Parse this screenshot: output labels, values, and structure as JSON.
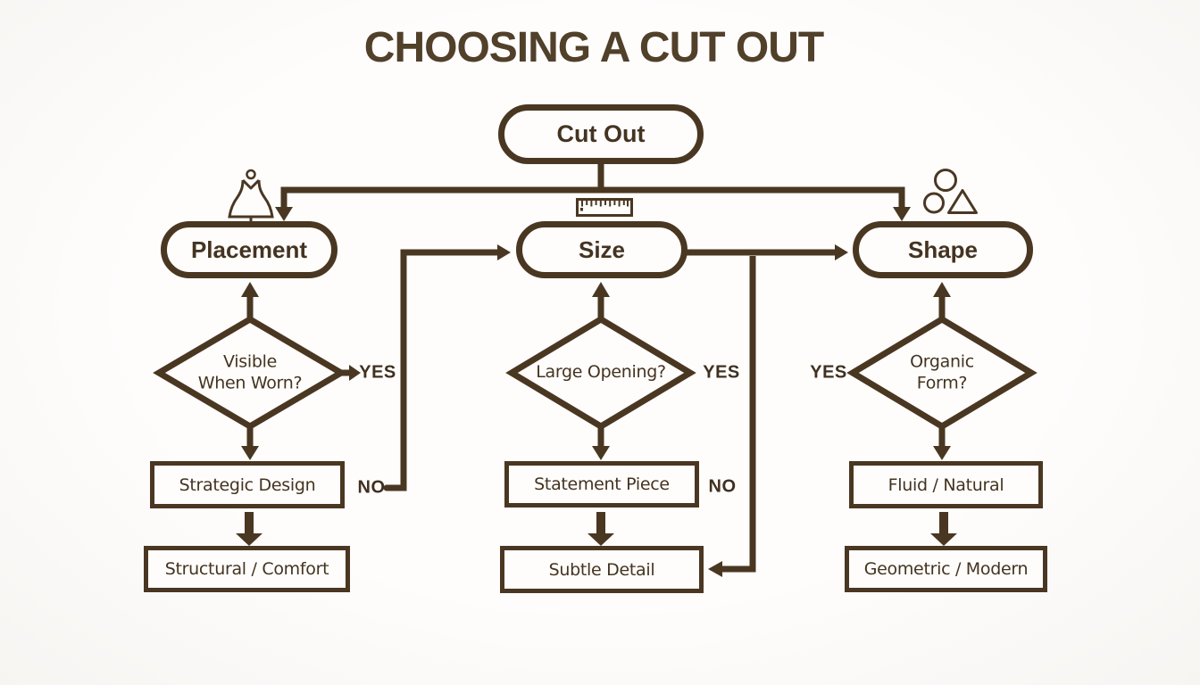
{
  "title": "CHOOSING A CUT OUT",
  "root": {
    "label": "Cut Out"
  },
  "columns": [
    {
      "node_label": "Placement",
      "icon": "dress-form",
      "question_line1": "Visible",
      "question_line2": "When Worn?",
      "yes_label": "YES",
      "no_label": "NO",
      "result_primary": "Strategic Design",
      "result_secondary": "Structural / Comfort"
    },
    {
      "node_label": "Size",
      "icon": "ruler",
      "question_line1": "Large Opening?",
      "question_line2": "",
      "yes_label": "YES",
      "no_label": "NO",
      "result_primary": "Statement Piece",
      "result_secondary": "Subtle Detail"
    },
    {
      "node_label": "Shape",
      "icon": "circles-and-triangle",
      "question_line1": "Organic",
      "question_line2": "Form?",
      "yes_label": "YES",
      "no_label": "",
      "result_primary": "Fluid / Natural",
      "result_secondary": "Geometric / Modern"
    }
  ],
  "colors": {
    "stroke": "#4a3722",
    "text": "#443321",
    "background": "#fdfcfa"
  }
}
